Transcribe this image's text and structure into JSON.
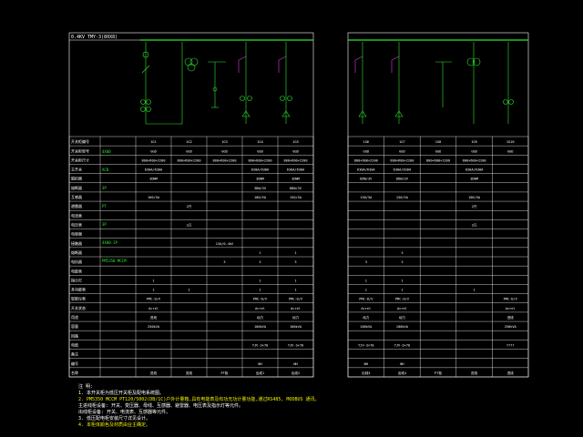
{
  "colors": {
    "background": "#000000",
    "line": "#ffffff",
    "bus": "#2ee62e",
    "label": "#2ee62e",
    "magenta": "#e040e0",
    "note_highlight": "#f0f000"
  },
  "panel_left": {
    "header": [
      "0.4KV",
      "TMY-3(80X8)"
    ],
    "rows": [
      {
        "label": "开关柜编号",
        "values": [
          "",
          "1G1",
          "1G2",
          "1G3",
          "1G4",
          "1G5"
        ]
      },
      {
        "label": "开关柜型号",
        "values": [
          "",
          "GGD",
          "GGD",
          "GGD",
          "GGD",
          "GGD"
        ]
      },
      {
        "label": "开关柜尺寸",
        "values": [
          "",
          "800×600×2200",
          "800×600×2200",
          "800×600×2200",
          "800×600×2200",
          "800×600×2200"
        ]
      },
      {
        "label": "主开关",
        "values": [
          "",
          "630A/630A",
          "",
          "",
          "630A/630A",
          "630A/630A"
        ]
      },
      {
        "label": "脱扣器",
        "values": [
          "",
          "3DWM",
          "",
          "",
          "3DWM",
          "3DWM"
        ]
      },
      {
        "label": "熔断器",
        "values": [
          "",
          "",
          "",
          "",
          "3DW/3V",
          "DDW/3V"
        ]
      },
      {
        "label": "互感器",
        "values": [
          "",
          "100/5A",
          "",
          "",
          "100/5A",
          "150/5A"
        ]
      },
      {
        "label": "避雷器",
        "values": [
          "",
          "",
          "2只",
          "",
          "",
          ""
        ]
      },
      {
        "label": "电流表",
        "values": [
          "",
          "",
          "",
          "",
          "",
          ""
        ]
      },
      {
        "label": "电压表",
        "values": [
          "",
          "",
          "2只",
          "",
          "",
          ""
        ]
      },
      {
        "label": "电容器",
        "values": [
          "",
          "",
          "",
          "",
          "",
          ""
        ]
      },
      {
        "label": "接触器",
        "values": [
          "",
          "",
          "",
          "13A/0.4kV",
          "",
          ""
        ]
      },
      {
        "label": "熔断器",
        "values": [
          "",
          "",
          "",
          "",
          "1",
          "1"
        ]
      },
      {
        "label": "电抗器",
        "values": [
          "",
          "",
          "",
          "3",
          "3",
          "3"
        ]
      },
      {
        "label": "电能表",
        "values": [
          "",
          "",
          "",
          "",
          "",
          ""
        ]
      },
      {
        "label": "指示灯",
        "values": [
          "",
          "1",
          "",
          "",
          "1",
          "1"
        ]
      },
      {
        "label": "多功能表",
        "values": [
          "",
          "1",
          "1",
          "",
          "1",
          "1"
        ]
      },
      {
        "label": "智能仪表",
        "values": [
          "",
          "PMC-D/V",
          "",
          "",
          "PMC-D/V",
          "PMC-D/V"
        ]
      },
      {
        "label": "开关状态",
        "values": [
          "",
          "Acrel",
          "",
          "",
          "Acrel",
          "Acrel"
        ]
      },
      {
        "label": "用途",
        "values": [
          "",
          "进线",
          "",
          "",
          "动力",
          "动力"
        ]
      },
      {
        "label": "容量",
        "values": [
          "",
          "250kVA",
          "",
          "",
          "100kVA",
          "100kVA"
        ]
      },
      {
        "label": "回路",
        "values": [
          "",
          "",
          "",
          "",
          "",
          ""
        ]
      },
      {
        "label": "电缆",
        "values": [
          "",
          "",
          "",
          "",
          "YJV-3×70",
          "YJV-3×70"
        ]
      },
      {
        "label": "备注",
        "values": [
          "",
          "",
          "",
          "",
          "",
          ""
        ]
      },
      {
        "label": "编号",
        "values": [
          "",
          "",
          "",
          "",
          "NH",
          "NH"
        ]
      },
      {
        "label": "名称",
        "values": [
          "",
          "进线",
          "进线",
          "PT柜",
          "出线1",
          "出线2"
        ]
      }
    ],
    "green_labels": [
      "4X00",
      "ACB",
      "3P",
      "PT",
      "3P",
      "4X00-1P",
      "PM5350 MCCM"
    ]
  },
  "panel_right": {
    "rows": [
      {
        "label": "",
        "values": [
          "1G6",
          "1G7",
          "1G8",
          "1G9",
          "1G10"
        ]
      },
      {
        "label": "",
        "values": [
          "GGD",
          "GGD",
          "GGD",
          "GGD",
          "GGD"
        ]
      },
      {
        "label": "",
        "values": [
          "800×600×2200",
          "800×600×2200",
          "800×600×2200",
          "800×600×2200",
          ""
        ]
      },
      {
        "label": "",
        "values": [
          "630A/630A",
          "630A/630A",
          "",
          "630A/630A",
          ""
        ]
      },
      {
        "label": "",
        "values": [
          "DDW/3V",
          "DDW/3V",
          "",
          "3DWM",
          ""
        ]
      },
      {
        "label": "",
        "values": [
          "",
          "",
          "",
          "",
          ""
        ]
      },
      {
        "label": "",
        "values": [
          "150/5A",
          "150/5A",
          "",
          "100/5A",
          ""
        ]
      },
      {
        "label": "",
        "values": [
          "",
          "",
          "",
          "2只",
          ""
        ]
      },
      {
        "label": "",
        "values": [
          "",
          "",
          "",
          "",
          ""
        ]
      },
      {
        "label": "",
        "values": [
          "",
          "",
          "",
          "2只",
          ""
        ]
      },
      {
        "label": "",
        "values": [
          "",
          "",
          "",
          "",
          ""
        ]
      },
      {
        "label": "",
        "values": [
          "",
          "",
          "",
          "",
          ""
        ]
      },
      {
        "label": "",
        "values": [
          "",
          "3",
          "",
          "",
          ""
        ]
      },
      {
        "label": "",
        "values": [
          "3",
          "3",
          "",
          "",
          ""
        ]
      },
      {
        "label": "",
        "values": [
          "",
          "",
          "",
          "",
          ""
        ]
      },
      {
        "label": "",
        "values": [
          "1",
          "1",
          "",
          "",
          ""
        ]
      },
      {
        "label": "",
        "values": [
          "1",
          "1",
          "",
          "1",
          ""
        ]
      },
      {
        "label": "",
        "values": [
          "PMC-D/V",
          "PMC-D/V",
          "",
          "",
          "PMC-D/V"
        ]
      },
      {
        "label": "",
        "values": [
          "Acrel",
          "Acrel",
          "",
          "",
          "Acrel"
        ]
      },
      {
        "label": "",
        "values": [
          "动力",
          "动力",
          "",
          "",
          "进线"
        ]
      },
      {
        "label": "",
        "values": [
          "100kVA",
          "100kVA",
          "",
          "",
          "250kVA"
        ]
      },
      {
        "label": "",
        "values": [
          "",
          "",
          "",
          "",
          ""
        ]
      },
      {
        "label": "",
        "values": [
          "YJV-3×70",
          "YJV-3×70",
          "",
          "",
          "????"
        ]
      },
      {
        "label": "",
        "values": [
          "",
          "",
          "",
          "",
          ""
        ]
      },
      {
        "label": "",
        "values": [
          "NH",
          "NH",
          "",
          "",
          ""
        ]
      },
      {
        "label": "",
        "values": [
          "出线3",
          "出线4",
          "PT柜",
          "进线",
          "进线"
        ]
      }
    ]
  },
  "notes": {
    "title": "注   明:",
    "lines": [
      "1. 本开关柜为低压开关柜及配电系统图。",
      "2. PM5350 MCCM  PT120/5002(DB/1C)户外计量箱,具有电能表及有功无功计量功能,通过RS485, MODBUS 通讯。",
      "   主进线柜设备: 开关、变压器、母线、互感器、避雷器、电压表及指示灯等元件。",
      "   出线柜设备: 开关、电流表、互感器等元件。",
      "3. 低压配电柜安装尺寸详见设计。",
      "4. 本柜体颜色及材质由业主确定。"
    ]
  }
}
